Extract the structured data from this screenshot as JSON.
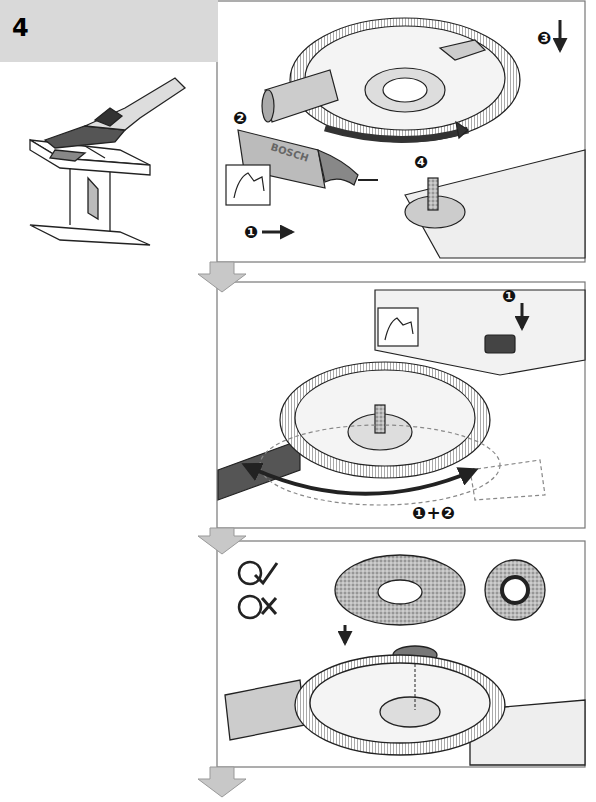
{
  "diagram": {
    "nodes": [
      {
        "text": [
          "4"
        ]
      }
    ],
    "labels": [
      "❸",
      "❷",
      "BOSCH",
      "❹",
      "❶",
      "❶",
      "❶+❷"
    ]
  }
}
